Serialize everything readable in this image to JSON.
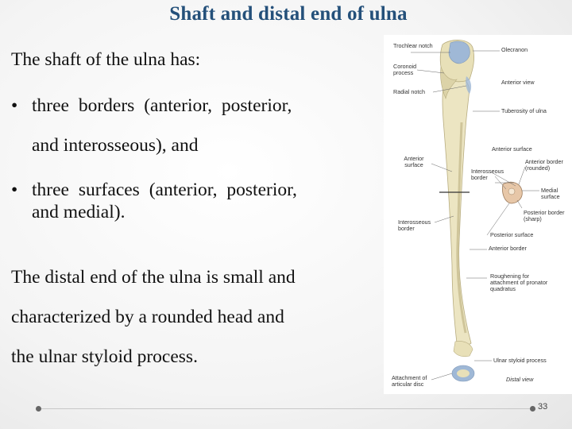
{
  "slide": {
    "title": "Shaft and distal end of ulna",
    "lines": {
      "intro": "The shaft of the ulna has:",
      "bullet1_a": "three borders (anterior, posterior,",
      "bullet1_b": "and interosseous), and",
      "bullet2_a": "three surfaces (anterior, posterior,",
      "bullet2_b": "and medial).",
      "distal_a": "The distal end of the ulna is small and",
      "distal_b": "characterized by a rounded head and",
      "distal_c": "the ulnar styloid process."
    },
    "bullet_symbol": "•",
    "page_number": "33"
  },
  "figure": {
    "labels": {
      "trochlear_notch": "Trochlear notch",
      "olecranon": "Olecranon",
      "coronoid_process": "Coronoid process",
      "anterior_view": "Anterior view",
      "radial_notch": "Radial notch",
      "tuberosity_of_ulna": "Tuberosity of ulna",
      "anterior_surface_top": "Anterior surface",
      "anterior_border_rounded": "Anterior border (rounded)",
      "anterior_surface_left": "Anterior surface",
      "interosseous_border_top": "Interosseous border",
      "medial_surface": "Medial surface",
      "posterior_border_sharp": "Posterior border (sharp)",
      "interosseous_border_left": "Interosseous border",
      "posterior_surface": "Posterior surface",
      "anterior_border": "Anterior border",
      "roughening": "Roughening for attachment of pronator quadratus",
      "ulnar_styloid_process": "Ulnar styloid process",
      "attachment_articular_disc": "Attachment of articular disc",
      "distal_view": "Distal view"
    },
    "colors": {
      "bone": "#ece5c2",
      "bone_shade": "#cfc59a",
      "cartilage": "#9fb8d6",
      "cross_section": "#e7c7a8"
    }
  }
}
